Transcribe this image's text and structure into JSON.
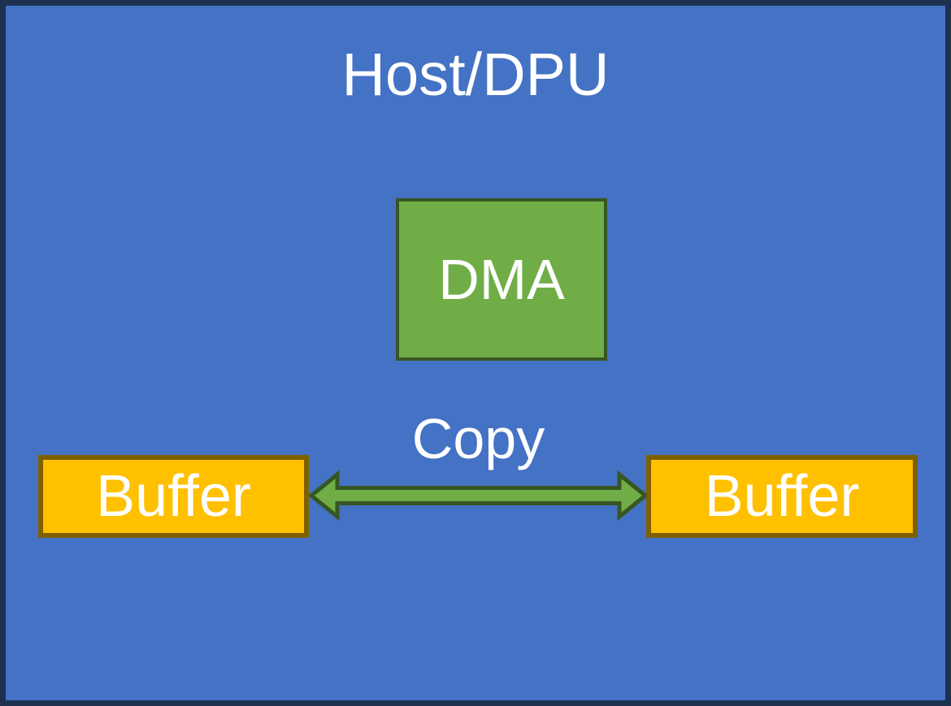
{
  "diagram": {
    "title": "Host/DPU",
    "dma_box": {
      "label": "DMA"
    },
    "copy_arrow": {
      "label": "Copy",
      "direction": "bidirectional"
    },
    "buffer_left": {
      "label": "Buffer"
    },
    "buffer_right": {
      "label": "Buffer"
    },
    "colors": {
      "background": "#4472C4",
      "border": "#1E3150",
      "text": "#FFFFFF",
      "dma_fill": "#70AD47",
      "dma_border": "#375623",
      "arrow_fill": "#70AD47",
      "arrow_border": "#375623",
      "buffer_fill": "#FFC000",
      "buffer_border": "#7F6000"
    }
  }
}
